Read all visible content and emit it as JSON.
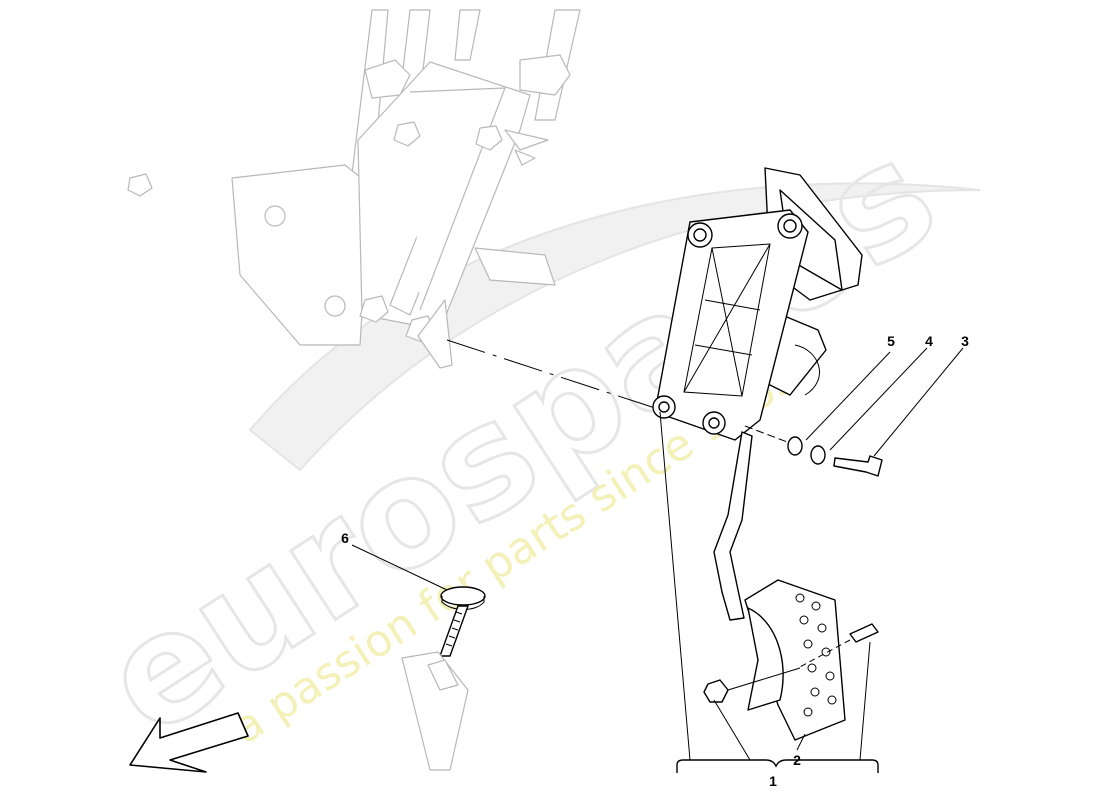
{
  "watermark": {
    "brand": "eurospares",
    "tagline": "a passion for parts since 1985"
  },
  "callouts": {
    "assembly": "1",
    "pedal_pad": "2",
    "screw": "3",
    "washer_outer": "4",
    "washer_inner": "5",
    "stop_bolt": "6"
  }
}
